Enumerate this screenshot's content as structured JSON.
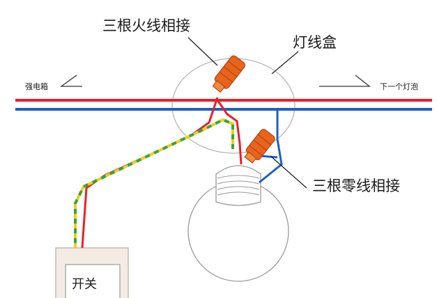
{
  "labels": {
    "live_wire_joint": "三根火线相接",
    "junction_box": "灯线盒",
    "neutral_wire_joint": "三根零线相接",
    "to_panel": "强电箱",
    "to_next_lamp": "下一个灯泡",
    "switch": "开关"
  },
  "colors": {
    "live_wire": "#e8202a",
    "neutral_wire": "#1f5fc8",
    "ground_yellow": "#e8d020",
    "ground_green": "#3aa23a",
    "connector": "#e8641c"
  }
}
